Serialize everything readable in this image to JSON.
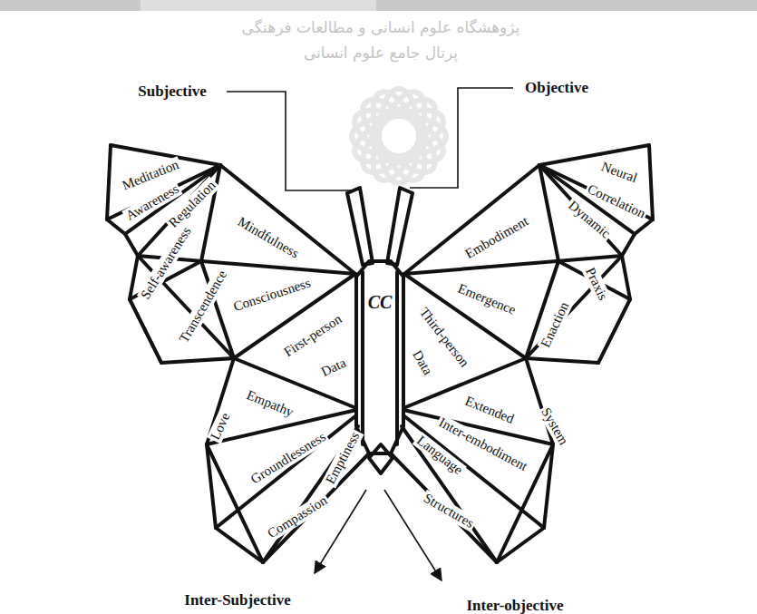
{
  "diagram": {
    "labels": [
      "پژوهشگاه علوم انسانی و مطالعات فرهنگی",
      "پرتال جامع علوم انسانی",
      "Subjective",
      "Objective",
      "Meditation",
      "Neural",
      "Awareness",
      "Correlation",
      "Regulation",
      "Dynamic",
      "Self-awareness",
      "Mindfulness",
      "Embodiment",
      "Transcendence",
      "Praxis",
      "Consciousness",
      "CC",
      "Emergence",
      "Enaction",
      "First-person",
      "Third-person",
      "Data",
      "Data",
      "Empathy",
      "Extended",
      "Love",
      "System",
      "Groundlessness",
      "Inter-embodiment",
      "Emptiness",
      "Language",
      "Compassion",
      "Structures",
      "Inter-Subjective",
      "Inter-objective"
    ]
  }
}
